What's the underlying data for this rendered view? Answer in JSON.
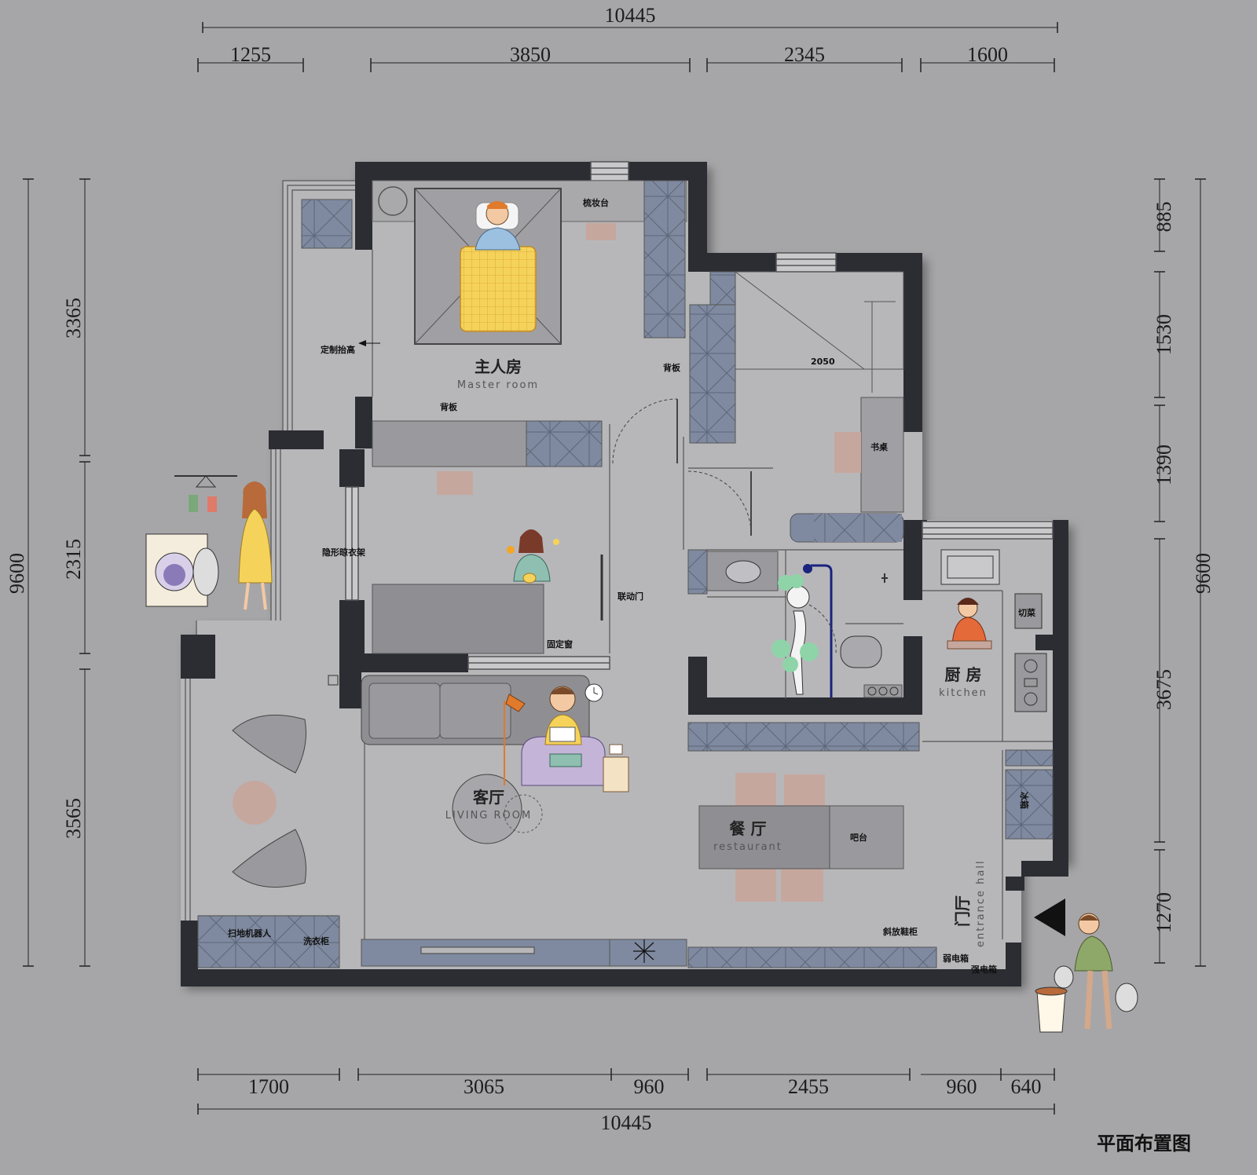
{
  "dimensions": {
    "top_total": "10445",
    "top_segments": [
      "1255",
      "3850",
      "2345",
      "1600"
    ],
    "bottom_segments": [
      "1700",
      "3065",
      "960",
      "2455",
      "960",
      "640"
    ],
    "bottom_total": "10445",
    "left_total": "9600",
    "left_segments": [
      "3365",
      "2315",
      "3565"
    ],
    "right_total": "9600",
    "right_segments": [
      "885",
      "1530",
      "1390",
      "3675",
      "1270"
    ]
  },
  "rooms": {
    "master": {
      "cn": "主人房",
      "en": "Master room"
    },
    "living": {
      "cn": "客厅",
      "en": "LIVING ROOM"
    },
    "dining": {
      "cn": "餐 厅",
      "en": "restaurant"
    },
    "kitchen": {
      "cn": "厨 房",
      "en": "kitchen"
    },
    "entrance": {
      "cn": "门厅",
      "en": "entrance hall"
    }
  },
  "labels": {
    "dresser": "梳妆台",
    "custom_raise": "定制抬高",
    "back_panel_1": "背板",
    "back_panel_2": "背板",
    "desk": "书桌",
    "hidden_rack": "隐形晾衣架",
    "linked_door": "联动门",
    "fixed_window": "固定窗",
    "cutting": "切菜",
    "bar": "吧台",
    "fridge": "冰箱",
    "robot": "扫地机器人",
    "washer_cabinet": "洗衣柜",
    "shoe_cabinet": "斜放鞋柜",
    "meter_box": "弱电箱",
    "power_box": "强电箱",
    "size_2050": "2050"
  },
  "title": "平面布置图",
  "colors": {
    "background": "#a6a6a8",
    "wall": "#2b2d33",
    "floor": "#b7b7ba",
    "cabinet": "#7f8aa0",
    "accent_blanket": "#f5d35a",
    "accent_pink": "#c6a79e"
  }
}
